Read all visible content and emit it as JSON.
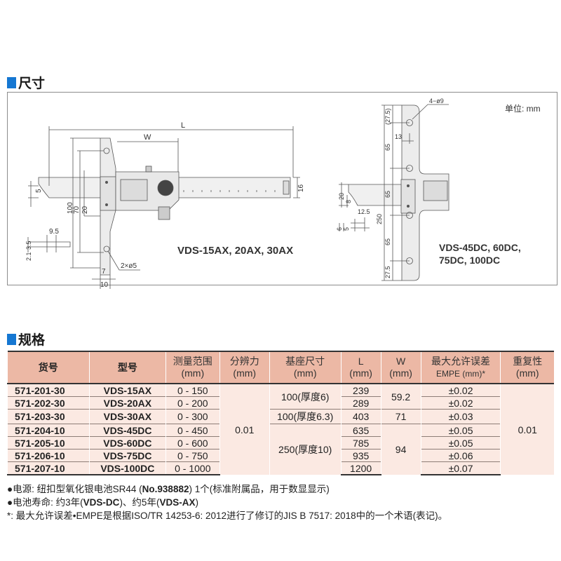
{
  "dimensions_section": {
    "title": "尺寸",
    "unit_label": "单位: mm",
    "left_drawing": {
      "caption": "VDS-15AX, 20AX, 30AX",
      "labels": {
        "L": "L",
        "W": "W",
        "d5": "5",
        "d16": "16",
        "d100": "100",
        "d70": "70",
        "d20": "20",
        "d7": "7",
        "d10": "10",
        "holes": "2×ø5",
        "d9_5": "9.5",
        "d3_5": "3.5",
        "d2_1": "2.1"
      }
    },
    "right_drawing": {
      "caption_line1": "VDS-45DC, 60DC,",
      "caption_line2": "75DC, 100DC",
      "labels": {
        "holes": "4−ø9",
        "d27_5_top": "(27.5)",
        "d13": "13",
        "d65_a": "65",
        "d65_b": "65",
        "d65_c": "65",
        "d27_5_bottom": "27.5",
        "d250": "250",
        "d20": "20",
        "d8": "8",
        "d12_5": "12.5",
        "d6": "6",
        "d5": "5"
      }
    }
  },
  "spec_section": {
    "title": "规格",
    "headers": [
      {
        "line1": "货号",
        "line2": ""
      },
      {
        "line1": "型号",
        "line2": ""
      },
      {
        "line1": "测量范围",
        "line2": "(mm)"
      },
      {
        "line1": "分辨力",
        "line2": "(mm)"
      },
      {
        "line1": "基座尺寸",
        "line2": "(mm)"
      },
      {
        "line1": "L",
        "line2": "(mm)"
      },
      {
        "line1": "W",
        "line2": "(mm)"
      },
      {
        "line1": "最大允许误差",
        "line2": "EMPE (mm)*"
      },
      {
        "line1": "重复性",
        "line2": "(mm)"
      }
    ],
    "rows": [
      {
        "code": "571-201-30",
        "model": "VDS-15AX",
        "range": "0 - 150",
        "L": "239",
        "mpe": "±0.02"
      },
      {
        "code": "571-202-30",
        "model": "VDS-20AX",
        "range": "0 - 200",
        "L": "289",
        "mpe": "±0.02"
      },
      {
        "code": "571-203-30",
        "model": "VDS-30AX",
        "range": "0 - 300",
        "L": "403",
        "mpe": "±0.03"
      },
      {
        "code": "571-204-10",
        "model": "VDS-45DC",
        "range": "0 - 450",
        "L": "635",
        "mpe": "±0.05"
      },
      {
        "code": "571-205-10",
        "model": "VDS-60DC",
        "range": "0 - 600",
        "L": "785",
        "mpe": "±0.05"
      },
      {
        "code": "571-206-10",
        "model": "VDS-75DC",
        "range": "0 - 750",
        "L": "935",
        "mpe": "±0.06"
      },
      {
        "code": "571-207-10",
        "model": "VDS-100DC",
        "range": "0 - 1000",
        "L": "1200",
        "mpe": "±0.07"
      }
    ],
    "merged": {
      "resolution": "0.01",
      "base_a": "100(厚度6)",
      "base_b": "100(厚度6.3)",
      "base_c": "250(厚度10)",
      "W_a": "59.2",
      "W_b": "71",
      "W_c": "94",
      "repeatability": "0.01"
    }
  },
  "notes": {
    "power_prefix": "●电源: 纽扣型氧化银电池SR44 (",
    "power_bold": "No.938882",
    "power_suffix": ") 1个(标准附属品，用于数显显示)",
    "battery_prefix": "●电池寿命: 约3年(",
    "battery_bold1": "VDS-DC",
    "battery_mid": ")、约5年(",
    "battery_bold2": "VDS-AX",
    "battery_suffix": ")",
    "footnote": "*: 最大允许误差•EMPE是根据ISO/TR 14253-6: 2012进行了修订的JIS B 7517: 2018中的一个术语(表记)。"
  }
}
